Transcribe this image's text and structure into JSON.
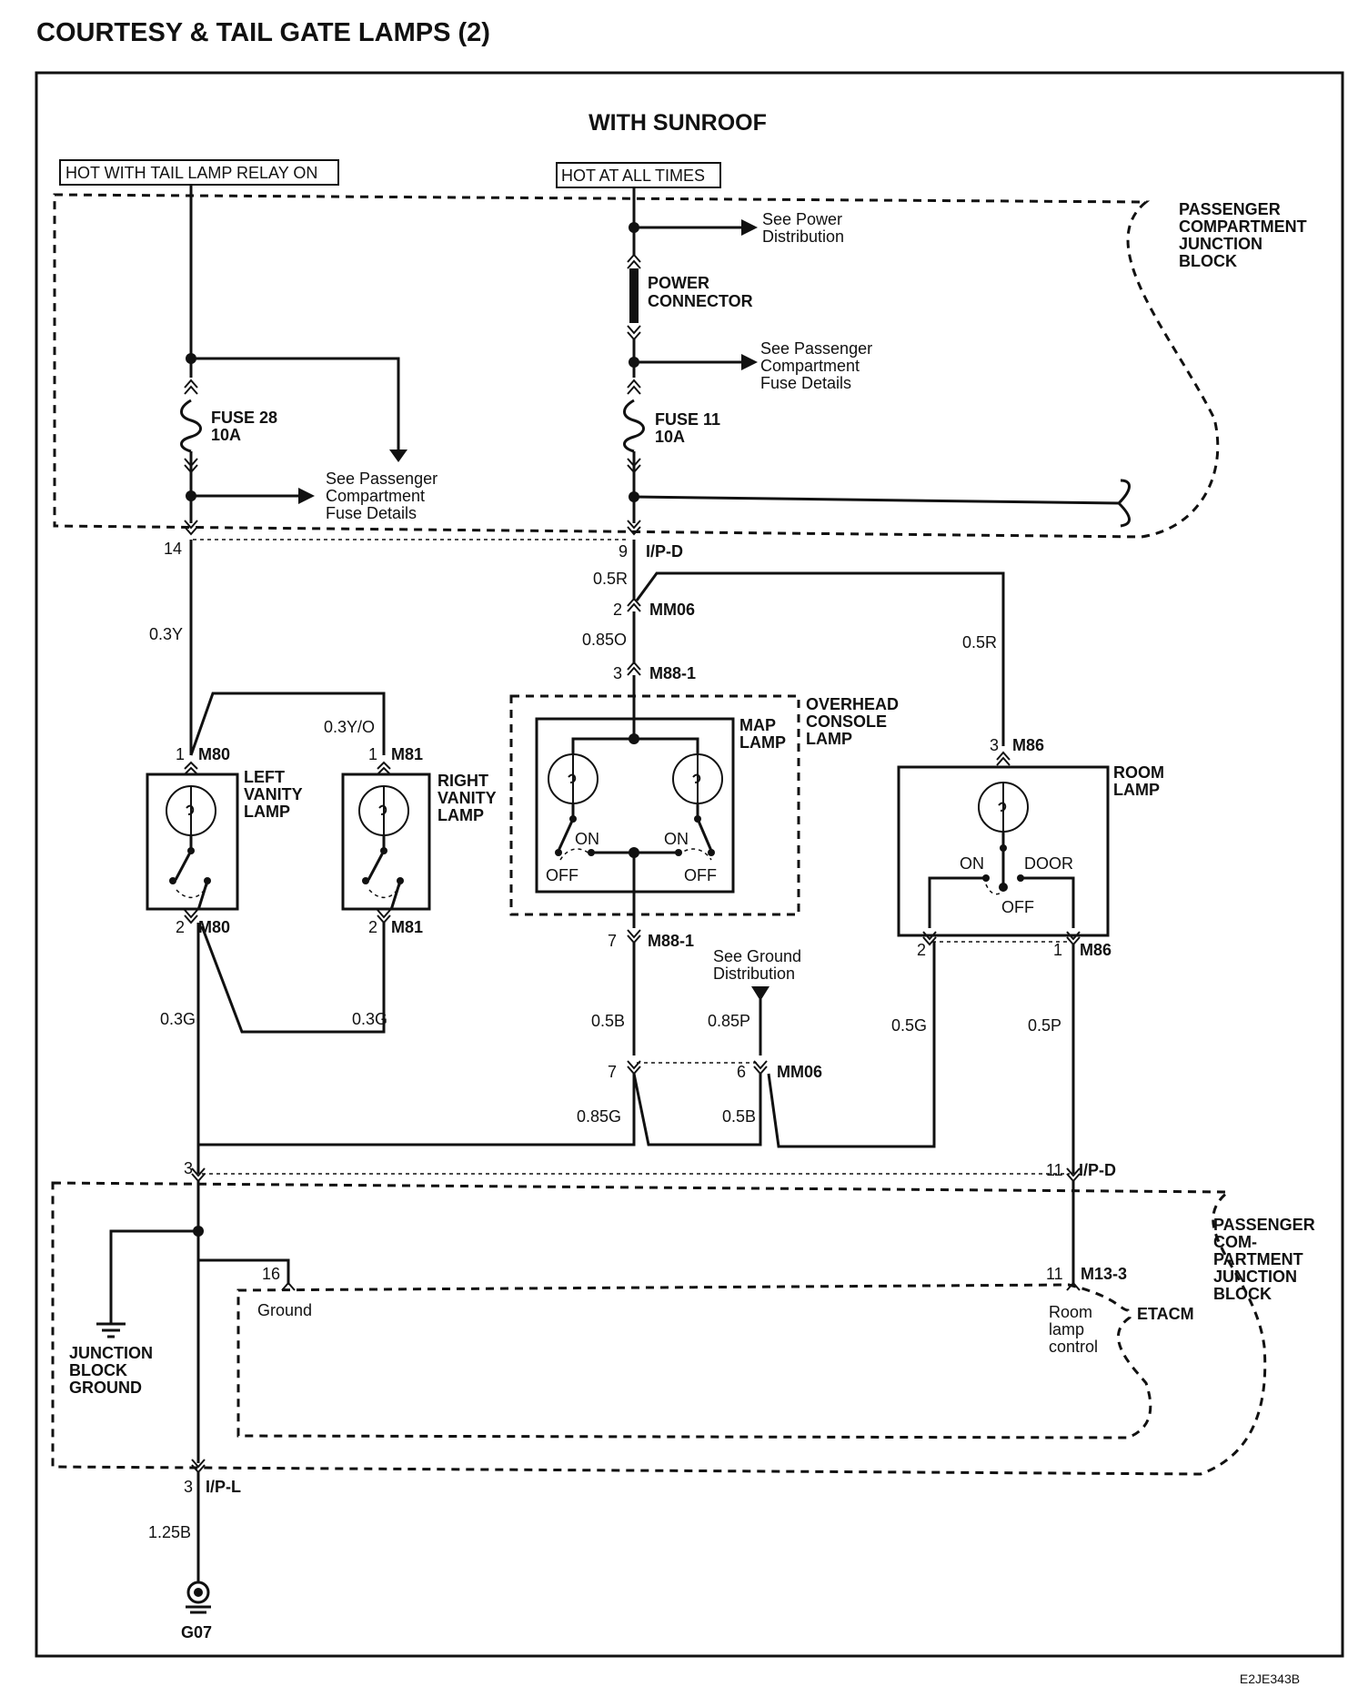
{
  "title": "COURTESY & TAIL GATE LAMPS (2)",
  "subtitle": "WITH SUNROOF",
  "figure_id": "E2JE343B",
  "power_sources": {
    "tail_relay": "HOT WITH TAIL LAMP RELAY ON",
    "always": "HOT AT ALL TIMES"
  },
  "junction_blocks": {
    "top": [
      "PASSENGER",
      "COMPARTMENT",
      "JUNCTION",
      "BLOCK"
    ],
    "bottom": [
      "PASSENGER",
      "COM-",
      "PARTMENT",
      "JUNCTION",
      "BLOCK"
    ]
  },
  "components": {
    "power_connector": [
      "POWER",
      "CONNECTOR"
    ],
    "fuse28": [
      "FUSE 28",
      "10A"
    ],
    "fuse11": [
      "FUSE 11",
      "10A"
    ],
    "left_vanity": [
      "LEFT",
      "VANITY",
      "LAMP"
    ],
    "right_vanity": [
      "RIGHT",
      "VANITY",
      "LAMP"
    ],
    "map_lamp": [
      "MAP",
      "LAMP"
    ],
    "overhead_console": [
      "OVERHEAD",
      "CONSOLE",
      "LAMP"
    ],
    "room_lamp": [
      "ROOM",
      "LAMP"
    ],
    "junction_ground": [
      "JUNCTION",
      "BLOCK",
      "GROUND"
    ],
    "etacm": "ETACM",
    "ground_name": "G07"
  },
  "references": {
    "power_distribution": [
      "See Power",
      "Distribution"
    ],
    "fuse_details_1": [
      "See Passenger",
      "Compartment",
      "Fuse Details"
    ],
    "fuse_details_2": [
      "See Passenger",
      "Compartment",
      "Fuse Details"
    ],
    "ground_distribution": [
      "See Ground",
      "Distribution"
    ]
  },
  "switch_labels": {
    "on": "ON",
    "off": "OFF",
    "door": "DOOR"
  },
  "etacm_pins": {
    "ground": "Ground",
    "room_lamp_control": [
      "Room",
      "lamp",
      "control"
    ]
  },
  "connectors": {
    "ipd": "I/P-D",
    "ipl": "I/P-L",
    "mm06": "MM06",
    "m88_1": "M88-1",
    "m80": "M80",
    "m81": "M81",
    "m86": "M86",
    "m13_3": "M13-3"
  },
  "pins": {
    "p14": "14",
    "p9": "9",
    "p2": "2",
    "p3": "3",
    "p1": "1",
    "p7": "7",
    "p6": "6",
    "p11": "11",
    "p16": "16"
  },
  "wires": {
    "w03Y": "0.3Y",
    "w05R_a": "0.5R",
    "w085O": "0.85O",
    "w05R_b": "0.5R",
    "w03YO": "0.3Y/O",
    "w03G_a": "0.3G",
    "w03G_b": "0.3G",
    "w05B_a": "0.5B",
    "w085P": "0.85P",
    "w05G": "0.5G",
    "w05P": "0.5P",
    "w085G": "0.85G",
    "w05B_b": "0.5B",
    "w125B": "1.25B"
  }
}
